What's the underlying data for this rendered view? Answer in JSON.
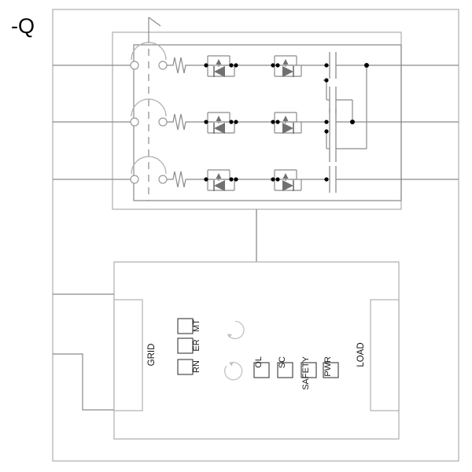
{
  "diagram": {
    "designation": "-Q",
    "type": "three-phase-inverter-schematic",
    "colors": {
      "wire": "#8a8a8a",
      "frame": "#b4b4b4",
      "device_fill": "#707070",
      "node": "#000000",
      "text": "#000000",
      "background": "#ffffff"
    }
  },
  "power_section": {
    "name": "inverter-power-stage",
    "phase_count": 3,
    "disconnector": {
      "name": "three-pole-disconnector",
      "poles": 3,
      "linked": true
    },
    "chokes": {
      "name": "line-choke",
      "count": 3
    },
    "transistor_columns": [
      {
        "name": "igbt-column-1",
        "diode_direction": "left",
        "count": 3
      },
      {
        "name": "igbt-column-2",
        "diode_direction": "right",
        "count": 3
      }
    ],
    "capacitors": {
      "name": "dc-link-capacitor",
      "count": 5
    }
  },
  "control_panel": {
    "name": "controller-panel",
    "status_leds": [
      {
        "label": "MT",
        "name": "led-mt"
      },
      {
        "label": "ER",
        "name": "led-er"
      },
      {
        "label": "RN",
        "name": "led-rn"
      }
    ],
    "rotation_icons": [
      {
        "name": "rotation-cw-icon",
        "direction": "clockwise"
      },
      {
        "name": "rotation-ccw-icon",
        "direction": "counter-clockwise"
      }
    ],
    "indicators": [
      {
        "label": "OL",
        "name": "indicator-ol"
      },
      {
        "label": "SC",
        "name": "indicator-sc"
      },
      {
        "label": "SAFETY",
        "name": "indicator-safety"
      },
      {
        "label": "PWR",
        "name": "indicator-pwr"
      }
    ],
    "terminals": [
      {
        "label": "GRID",
        "name": "terminal-grid",
        "side": "left"
      },
      {
        "label": "LOAD",
        "name": "terminal-load",
        "side": "right"
      }
    ]
  }
}
